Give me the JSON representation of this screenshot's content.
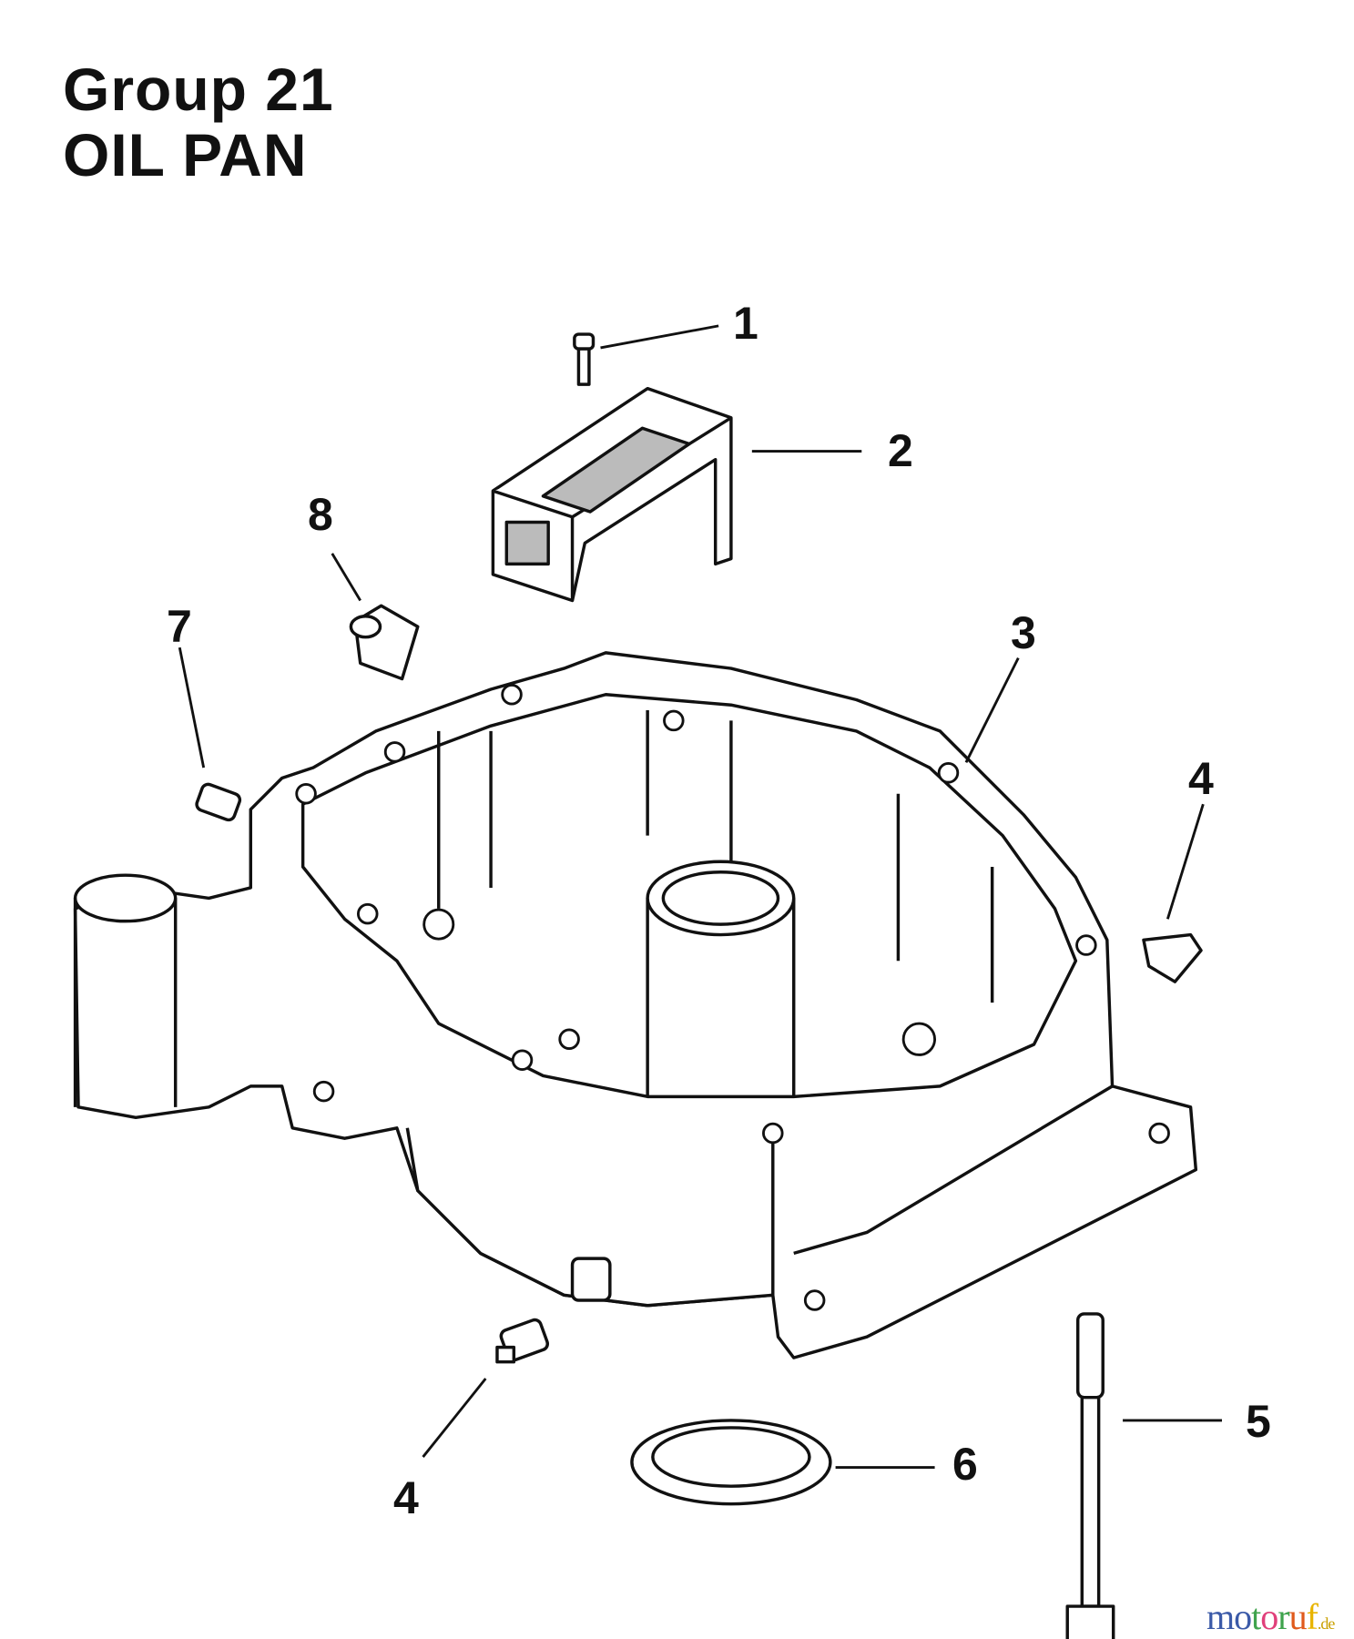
{
  "header": {
    "group": "Group 21",
    "title": "OIL PAN"
  },
  "callouts": [
    "1",
    "2",
    "3",
    "4",
    "4",
    "5",
    "6",
    "7",
    "8"
  ],
  "watermark": {
    "text": "motoruf",
    "suffix": ".de",
    "colors": [
      "#3b5aa8",
      "#3b5aa8",
      "#3fa34d",
      "#e0407a",
      "#3fa34d",
      "#e05a1c",
      "#e8b400"
    ]
  }
}
